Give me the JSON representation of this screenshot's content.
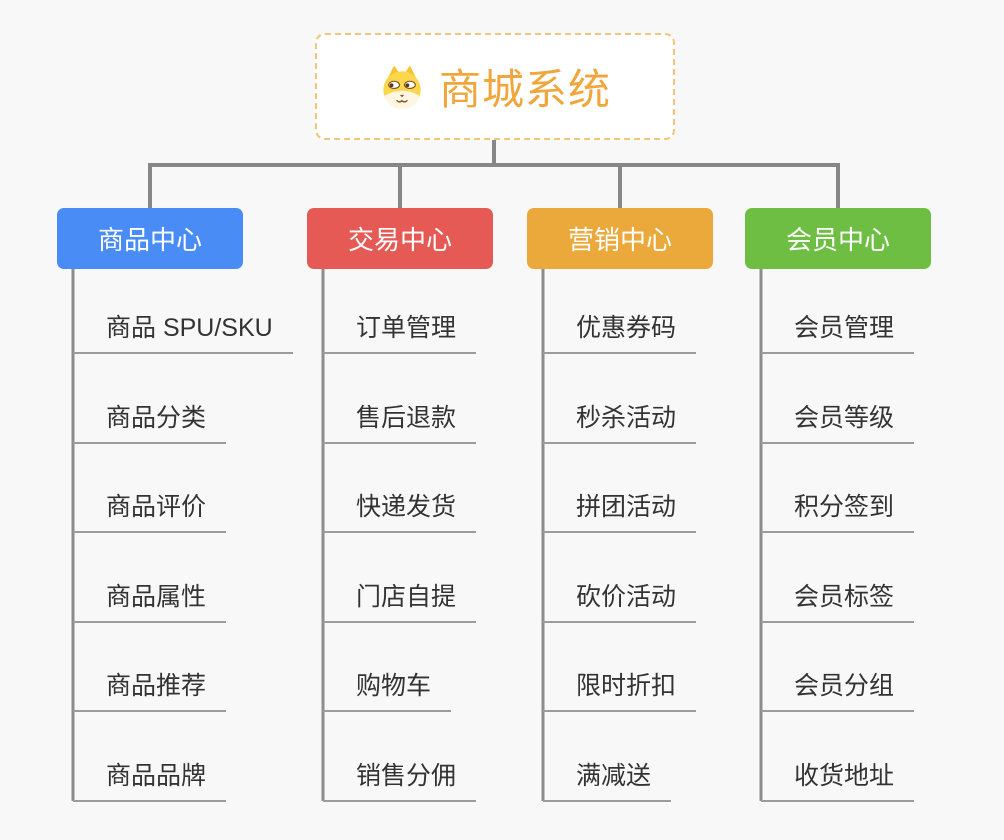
{
  "root": {
    "title": "商城系统",
    "icon": "dog-face-icon",
    "title_color": "#f0a63c",
    "border_color": "#f2c67a"
  },
  "branches": [
    {
      "label": "商品中心",
      "color": "#4a8cf5",
      "children": [
        "商品 SPU/SKU",
        "商品分类",
        "商品评价",
        "商品属性",
        "商品推荐",
        "商品品牌"
      ]
    },
    {
      "label": "交易中心",
      "color": "#e65a56",
      "children": [
        "订单管理",
        "售后退款",
        "快递发货",
        "门店自提",
        "购物车",
        "销售分佣"
      ]
    },
    {
      "label": "营销中心",
      "color": "#eba93c",
      "children": [
        "优惠券码",
        "秒杀活动",
        "拼团活动",
        "砍价活动",
        "限时折扣",
        "满减送"
      ]
    },
    {
      "label": "会员中心",
      "color": "#6fbe44",
      "children": [
        "会员管理",
        "会员等级",
        "积分签到",
        "会员标签",
        "会员分组",
        "收货地址"
      ]
    }
  ],
  "colors": {
    "background": "#f8f8f8",
    "connector": "#878787",
    "spine": "#8d8d8d",
    "leaf_underline": "#9c9c9c",
    "leaf_text": "#333333",
    "dog_yellow": "#fcd64b"
  }
}
